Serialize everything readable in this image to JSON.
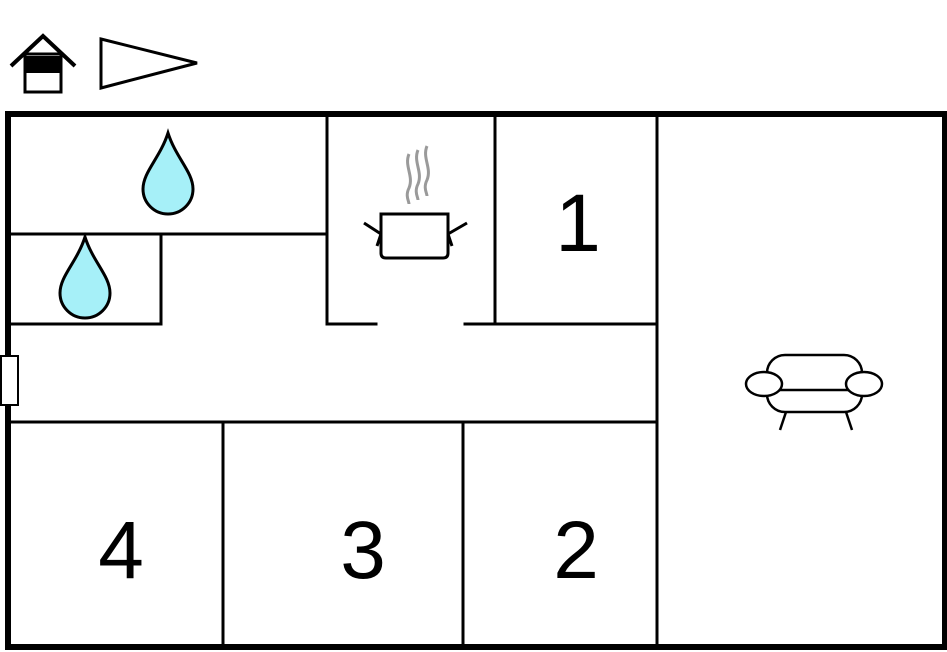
{
  "icons": {
    "house": "house-icon",
    "compass": "north-arrow-icon",
    "water": "water-drop-icon",
    "kitchen": "cooking-pot-icon",
    "sofa": "sofa-icon",
    "door": "entrance-door-icon"
  },
  "colors": {
    "wall": "#000000",
    "water_fill": "#a6f0f8",
    "steam": "#9a9a9a"
  },
  "rooms": {
    "bedroom_1": "1",
    "bedroom_2": "2",
    "bedroom_3": "3",
    "bedroom_4": "4"
  }
}
